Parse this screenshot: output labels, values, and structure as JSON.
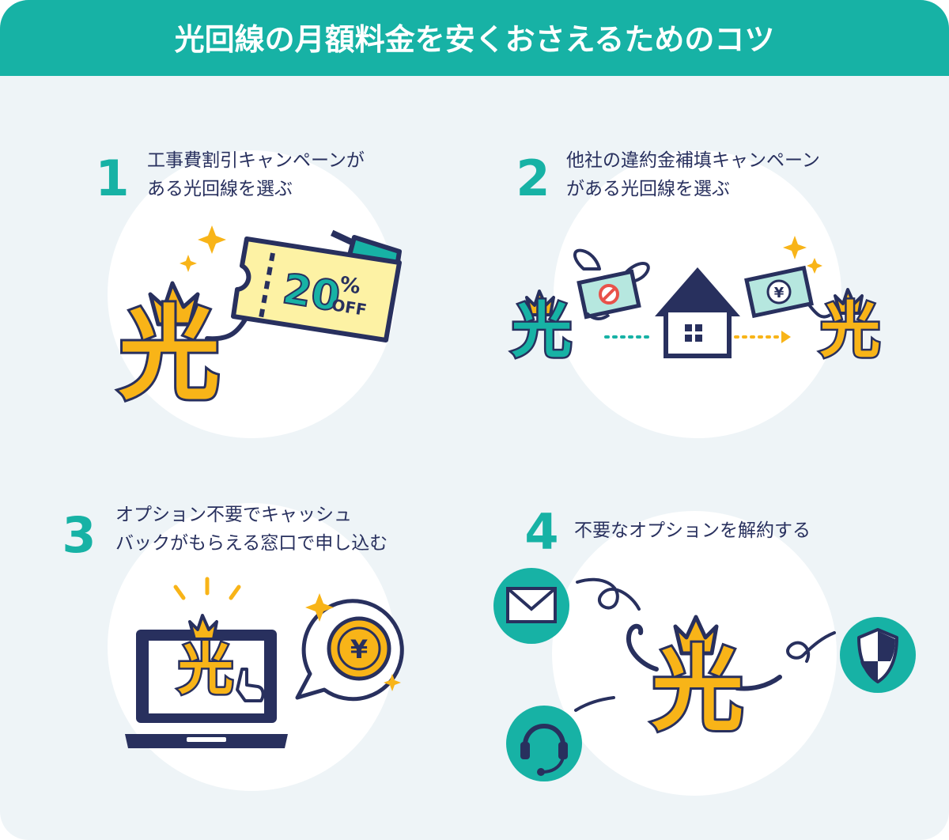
{
  "title": "光回線の月額料金を安くおさえるためのコツ",
  "logo_text": "光",
  "steps": [
    {
      "number": "1",
      "line1": "工事費割引キャンペーンが",
      "line2": "ある光回線を選ぶ"
    },
    {
      "number": "2",
      "line1": "他社の違約金補填キャンペーン",
      "line2": "がある光回線を選ぶ"
    },
    {
      "number": "3",
      "line1": "オプション不要でキャッシュ",
      "line2": "バックがもらえる窓口で申し込む"
    },
    {
      "number": "4",
      "line1": "不要なオプションを解約する",
      "line2": ""
    }
  ],
  "coupon": {
    "value": "20",
    "percent": "%",
    "off": "OFF"
  },
  "currency_symbol": "¥",
  "colors": {
    "teal": "#17b2a5",
    "navy": "#28305e",
    "yellow": "#f8b418",
    "background": "#eef4f7",
    "coupon": "#fdf2a4",
    "money": "#b6e7df"
  }
}
